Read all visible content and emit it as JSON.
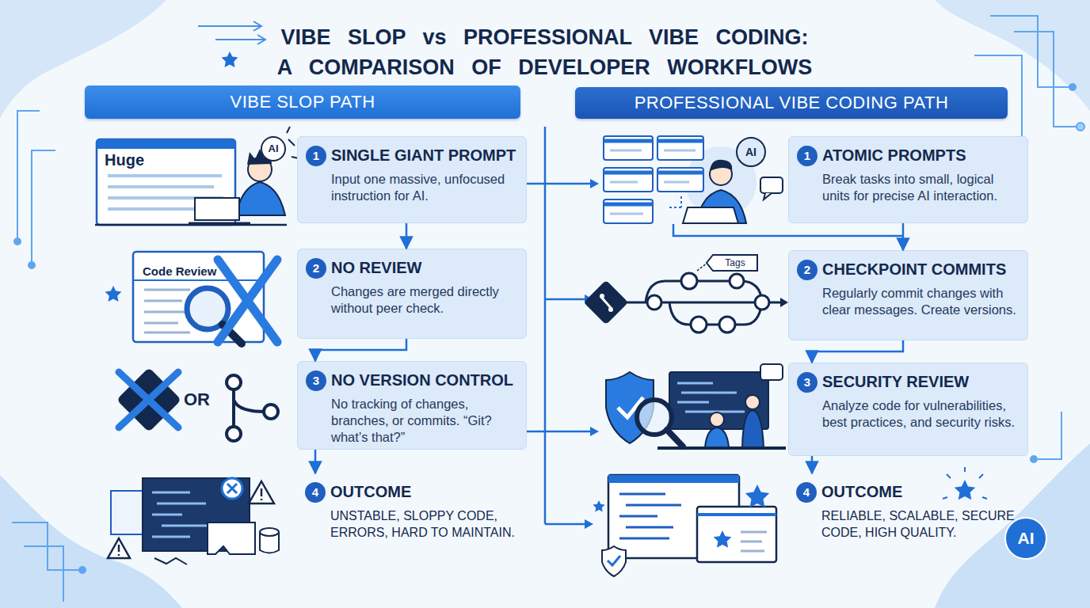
{
  "diagram": {
    "title": "VIBE SLOP vs PROFESSIONAL VIBE CODING: A COMPARISON OF DEVELOPER WORKFLOWS",
    "nodes": [
      {
        "text": [
          "VIBE SLOP PATH"
        ]
      },
      {
        "text": [
          "SINGLE GIANT PROMPT",
          "Input one massive, unfocused instruction for AI."
        ]
      },
      {
        "text": [
          "1"
        ],
        "in": 1
      },
      {
        "text": [
          "NO REVIEW",
          "Changes are merged directly without peer check."
        ]
      },
      {
        "text": [
          "2"
        ],
        "in": 3
      },
      {
        "text": [
          "NO VERSION CONTROL",
          "No tracking of changes, branches, or commits. “Git? what’s that?”"
        ]
      },
      {
        "text": [
          "3"
        ],
        "in": 5
      },
      {
        "text": [
          "OUTCOME",
          "UNSTABLE, SLOPPY CODE, ERRORS, HARD TO MAINTAIN."
        ]
      },
      {
        "text": [
          "4"
        ],
        "in": 7
      },
      {
        "text": [
          "PROFESSIONAL VIBE CODING PATH"
        ]
      },
      {
        "text": [
          "ATOMIC PROMPTS",
          "Break tasks into small, logical units for precise AI interaction."
        ]
      },
      {
        "text": [
          "1"
        ],
        "in": 10
      },
      {
        "text": [
          "CHECKPOINT COMMITS",
          "Regularly commit changes with clear messages. Create versions."
        ]
      },
      {
        "text": [
          "2"
        ],
        "in": 12
      },
      {
        "text": [
          "SECURITY REVIEW",
          "Analyze code for vulnerabilities, best practices, and security risks."
        ]
      },
      {
        "text": [
          "3"
        ],
        "in": 14
      },
      {
        "text": [
          "OUTCOME",
          "RELIABLE, SCALABLE, SECURE CODE, HIGH QUALITY."
        ]
      },
      {
        "text": [
          "4"
        ],
        "in": 16
      }
    ],
    "edges": [
      {
        "from": 1,
        "to": 3,
        "arrow": "to"
      },
      {
        "from": 3,
        "to": 5,
        "arrow": "to"
      },
      {
        "from": 5,
        "to": 7,
        "arrow": "to"
      },
      {
        "from": 10,
        "to": 12,
        "arrow": "to"
      },
      {
        "from": 12,
        "to": 14,
        "arrow": "to"
      },
      {
        "from": 14,
        "to": 16,
        "arrow": "to"
      }
    ],
    "labels": [
      "Huge",
      "AI",
      "Code Review",
      "OR",
      "AI",
      "Tags",
      "AI"
    ]
  }
}
